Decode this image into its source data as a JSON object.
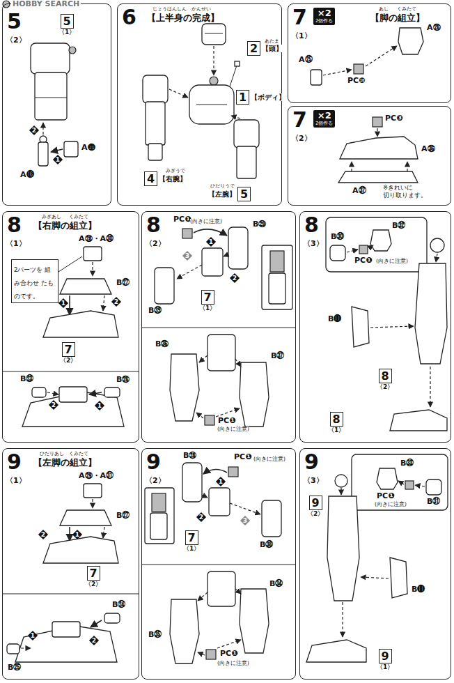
{
  "diagram": {
    "nodes": [
      {
        "text": [
          "5",
          "〈2〉"
        ]
      },
      {
        "text": [
          "5",
          "〈1〉"
        ],
        "in": 0
      },
      {
        "text": [
          "6",
          "【上半身の完成】"
        ]
      },
      {
        "text": [
          "2",
          "【頭】"
        ],
        "in": 2
      },
      {
        "text": [
          "1",
          "【ボディ】"
        ],
        "in": 2
      },
      {
        "text": [
          "4",
          "【右腕】"
        ],
        "in": 2
      },
      {
        "text": [
          "【左腕】",
          "5"
        ],
        "in": 2
      },
      {
        "text": [
          "7",
          "〈1〉",
          "【脚の組立】"
        ]
      },
      {
        "text": [
          "×2",
          "2個作る"
        ],
        "in": 7
      },
      {
        "text": [
          "7",
          "〈2〉"
        ]
      },
      {
        "text": [
          "×2",
          "2個作る"
        ],
        "in": 9
      },
      {
        "text": [
          "8",
          "〈1〉",
          "【右脚の組立】"
        ]
      },
      {
        "text": [
          "2パーツを 組み合わせ たものです。"
        ],
        "in": 11
      },
      {
        "text": [
          "7",
          "〈2〉"
        ],
        "in": 11
      },
      {
        "text": [
          "8",
          "〈2〉"
        ]
      },
      {
        "text": [
          "7",
          "〈1〉"
        ],
        "in": 14
      },
      {
        "text": [
          "8",
          "〈3〉"
        ]
      },
      {
        "text": [
          "8",
          "〈2〉"
        ],
        "in": 16
      },
      {
        "text": [
          "8",
          "〈1〉"
        ],
        "in": 16
      },
      {
        "text": [
          "9",
          "〈1〉",
          "【左脚の組立】"
        ]
      },
      {
        "text": [
          "7",
          "〈2〉"
        ],
        "in": 19
      },
      {
        "text": [
          "9",
          "〈2〉"
        ]
      },
      {
        "text": [
          "7",
          "〈1〉"
        ],
        "in": 21
      },
      {
        "text": [
          "9",
          "〈3〉"
        ]
      },
      {
        "text": [
          "9",
          "〈2〉"
        ],
        "in": 23
      },
      {
        "text": [
          "9",
          "〈1〉"
        ],
        "in": 23
      }
    ],
    "labels": [
      "HOBBY SEARCH",
      "1",
      "2",
      "A⓰",
      "A⓴",
      "じょうはんしん",
      "かんせい",
      "あたま",
      "みぎうで",
      "ひだりうで",
      "あし",
      "くみたて",
      "A㉖",
      "A㉕",
      "PC❿",
      "PC❸",
      "A㊱",
      "A㊲",
      "※きれいに 切り取ります。",
      "みぎあし",
      "くみたて",
      "A㉘・A㉚",
      "B㉗",
      "1",
      "2",
      "B㉓",
      "B㉖",
      "1",
      "2",
      "PC❶",
      "(向きに注意)",
      "B㉙",
      "1",
      "2",
      "3",
      "B㊴",
      "B㊱",
      "B㊲",
      "PC❶",
      "(向きに注意)",
      "B㉜",
      "B㉚",
      "PC❶",
      "(向きに注意)",
      "B⓫",
      "ひだりあし",
      "くみたて",
      "A㉙・A㉛",
      "B㉗",
      "1",
      "2",
      "1",
      "2",
      "B㉕",
      "B㉔",
      "B㉘",
      "PC❶",
      "(向きに注意)",
      "1",
      "2",
      "3",
      "B㊳",
      "B㉞",
      "B㉟",
      "PC❶",
      "(向きに注意)",
      "B㉝",
      "PC❶",
      "(向きに注意)",
      "B㉛",
      "B⓫"
    ]
  }
}
